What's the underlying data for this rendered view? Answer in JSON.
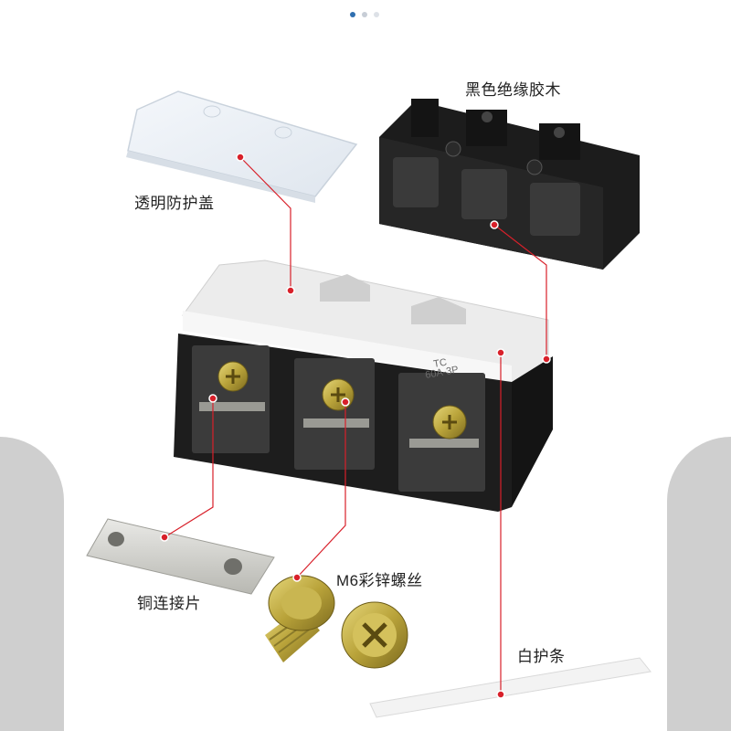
{
  "carousel": {
    "dots": 3,
    "active_index": 0
  },
  "labels": {
    "cover": "透明防护盖",
    "insulator": "黑色绝缘胶木",
    "copper": "铜连接片",
    "screw": "M6彩锌螺丝",
    "strip": "白护条"
  },
  "marking": {
    "line1": "TC",
    "line2": "60A-3P"
  },
  "colors": {
    "background": "#ffffff",
    "side_panel": "#cfcfcf",
    "dot_active": "#2f6fb0",
    "dot_inactive": "#c7cdd6",
    "leader_line": "#d8202a",
    "bakelite": "#1c1c1c",
    "brass": "#b9a33a"
  },
  "icons": {
    "pagination": "carousel-dot-icon",
    "callout": "callout-dot-icon"
  }
}
